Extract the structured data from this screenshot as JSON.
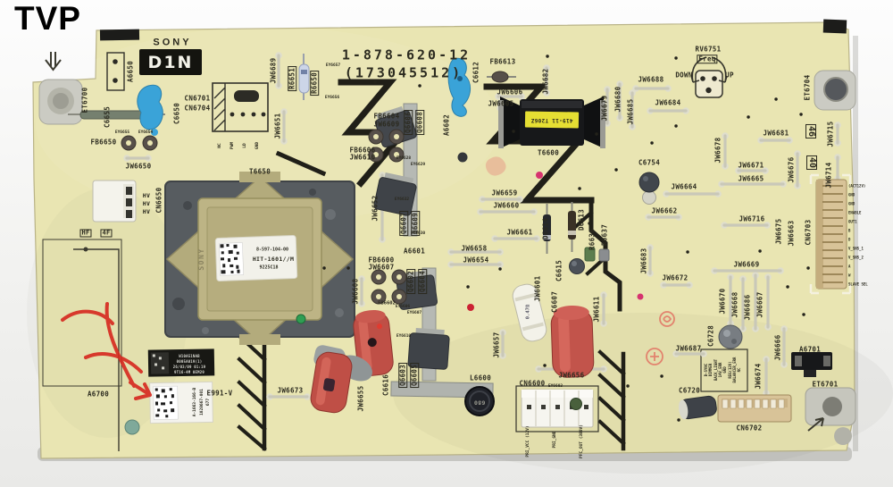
{
  "photo_tag": "TVP",
  "board": {
    "brand": "SONY",
    "logo": "D1N",
    "part_number": "1-878-620-12",
    "serial": "(173045512)",
    "freq": {
      "name": "RV6751",
      "label": "Freq",
      "down": "DOWN",
      "up": "UP"
    },
    "numbers": {
      "n46": "46",
      "n40": "40"
    },
    "t6650_label": {
      "pn": "8-597-104-00",
      "model": "HIT-1601//M",
      "code": "9225C18",
      "side": "SONY"
    },
    "t6600_sticker": "419-11 T206Z",
    "l6600_value": "680",
    "fuse_value": "0.47Ω",
    "hv": [
      "HV",
      "HV",
      "HV"
    ],
    "stamps": {
      "s1": "HF",
      "s2": "4F"
    },
    "stickers": {
      "black": [
        "W10A51NAB",
        "0005A019(1)",
        "26/03/09 01:19",
        "9T16-4M 0EM29"
      ],
      "white": [
        "A-1663-166-B",
        "1028667-001",
        "677"
      ]
    },
    "pins": {
      "cn6600": [
        "PRI_VCC (12V)",
        "PRI_GND",
        "PFC_OUT (380V)"
      ],
      "cn6701": [
        "NC",
        "PWM",
        "LD",
        "GND"
      ],
      "cn6702": [
        "D-SYNC",
        "DIMMER",
        "BACK_LIGHT",
        "14V_ERR",
        "GND",
        "REG(12V)",
        "BALANCER_ERR",
        "NC"
      ],
      "cn6703": [
        "(ACT12V)",
        "GND",
        "GND",
        "ENABLE",
        "OUT1",
        "B",
        "D",
        "V_SNS_1",
        "V_SNS_2",
        "A",
        "W",
        "SLAVE SEL"
      ]
    },
    "refs": {
      "a6650": "A6650",
      "et6700": "ET6700",
      "c6655": "C6655",
      "c6650": "C6650",
      "cn6701": "CN6701",
      "cn6704": "CN6704",
      "jw6689": "JW6689",
      "r6651": "R6651",
      "r6650": "R6650",
      "ey6657": "EY6657",
      "ey6656": "EY6656",
      "jw6651": "JW6651",
      "fb6650": "FB6650",
      "jw6650": "JW6650",
      "cn6650": "CN6650",
      "t6650": "T6650",
      "c6612": "C6612",
      "fb6613": "FB6613",
      "jw6606": "JW6606",
      "jw6605": "JW6605",
      "jw6682": "JW6682",
      "fb6604": "FB6604",
      "jw6609": "JW6609",
      "q6606": "Q6606",
      "q6608": "Q6608",
      "a6602": "A6602",
      "fb6606": "FB6606",
      "jw6610": "JW6610",
      "ey6628": "EY6628",
      "ey6629": "EY6629",
      "t6600": "T6600",
      "jw6652": "JW6652",
      "q6607": "Q6607",
      "q6609": "Q6609",
      "ey6632": "EY6632",
      "ey6630": "EY6630",
      "jw6688": "JW6688",
      "jw6684": "JW6684",
      "jw6679": "JW6679",
      "jw6680": "JW6680",
      "jw6685": "JW6685",
      "et6704": "ET6704",
      "jw6681": "JW6681",
      "jw6678": "JW6678",
      "jw6715": "JW6715",
      "jw6714": "JW6714",
      "jw6676": "JW6676",
      "c6754": "C6754",
      "jw6671": "JW6671",
      "jw6665": "JW6665",
      "jw6664": "JW6664",
      "jw6662": "JW6662",
      "jw6716": "JW6716",
      "jw6659": "JW6659",
      "jw6660": "JW6660",
      "jw6661": "JW6661",
      "d6614": "D6614",
      "d6613": "D6613",
      "r6636": "R6636",
      "r6637": "R6637",
      "jw6658": "JW6658",
      "jw6654": "JW6654",
      "a6601": "A6601",
      "fb6600": "FB6600",
      "jw6607": "JW6607",
      "q6602": "Q6602",
      "q6604": "Q6604",
      "jw6608": "JW6608",
      "fb6602": "FB6602",
      "ey6606": "EY6606",
      "ey6607": "EY6607",
      "ey6610": "EY6610",
      "c6615": "C6615",
      "jw6601": "JW6601",
      "c6607": "C6607",
      "jw6611": "JW6611",
      "jw6657": "JW6657",
      "jw6683": "JW6683",
      "jw6672": "JW6672",
      "jw6669": "JW6669",
      "jw6670": "JW6670",
      "jw6668": "JW6668",
      "jw6686": "JW6686",
      "jw6667": "JW6667",
      "c6728": "C6728",
      "jw6666": "JW6666",
      "a6701": "A6701",
      "et6701": "ET6701",
      "c6720": "C6720",
      "cn6702": "CN6702",
      "cn6703": "CN6703",
      "jw6674": "JW6674",
      "jw6687": "JW6687",
      "jw6675": "JW6675",
      "jw6663": "JW6663",
      "q6603": "Q6603",
      "q6605": "Q6605",
      "c6616": "C6616",
      "jw6655": "JW6655",
      "jw6673": "JW6673",
      "e991": "E991-V",
      "a6700": "A6700",
      "l6600": "L6600",
      "cn6600": "CN6600",
      "jw6656": "JW6656",
      "ey6603": "EY6603",
      "ey6655": "EY6655",
      "ey6654": "EY6654"
    }
  }
}
